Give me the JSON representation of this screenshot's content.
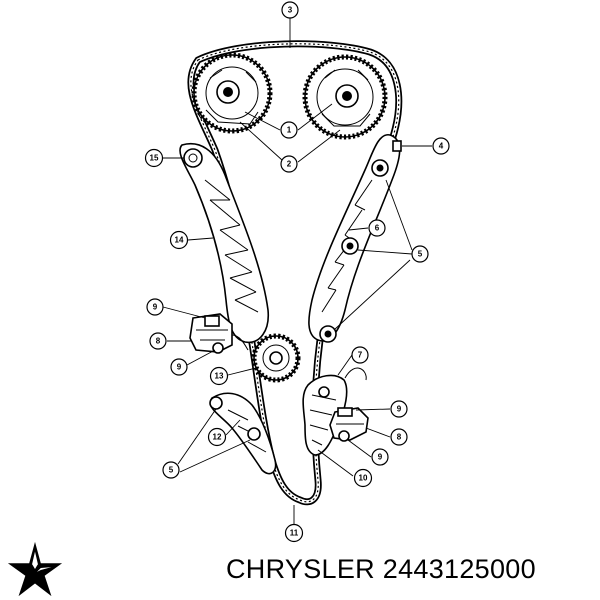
{
  "caption": {
    "brand": "CHRYSLER",
    "part_number": "2443125000"
  },
  "callouts": [
    {
      "id": "c3a",
      "label": "3"
    },
    {
      "id": "c1",
      "label": "1"
    },
    {
      "id": "c2",
      "label": "2"
    },
    {
      "id": "c4",
      "label": "4"
    },
    {
      "id": "c15",
      "label": "15"
    },
    {
      "id": "c6",
      "label": "6"
    },
    {
      "id": "c14",
      "label": "14"
    },
    {
      "id": "c5a",
      "label": "5"
    },
    {
      "id": "c9a",
      "label": "9"
    },
    {
      "id": "c8a",
      "label": "8"
    },
    {
      "id": "c9b",
      "label": "9"
    },
    {
      "id": "c7",
      "label": "7"
    },
    {
      "id": "c13",
      "label": "13"
    },
    {
      "id": "c9c",
      "label": "9"
    },
    {
      "id": "c12",
      "label": "12"
    },
    {
      "id": "c8b",
      "label": "8"
    },
    {
      "id": "c9d",
      "label": "9"
    },
    {
      "id": "c5b",
      "label": "5"
    },
    {
      "id": "c10",
      "label": "10"
    },
    {
      "id": "c11",
      "label": "11"
    }
  ],
  "logo_icon": "chrysler-pentastar-logo"
}
